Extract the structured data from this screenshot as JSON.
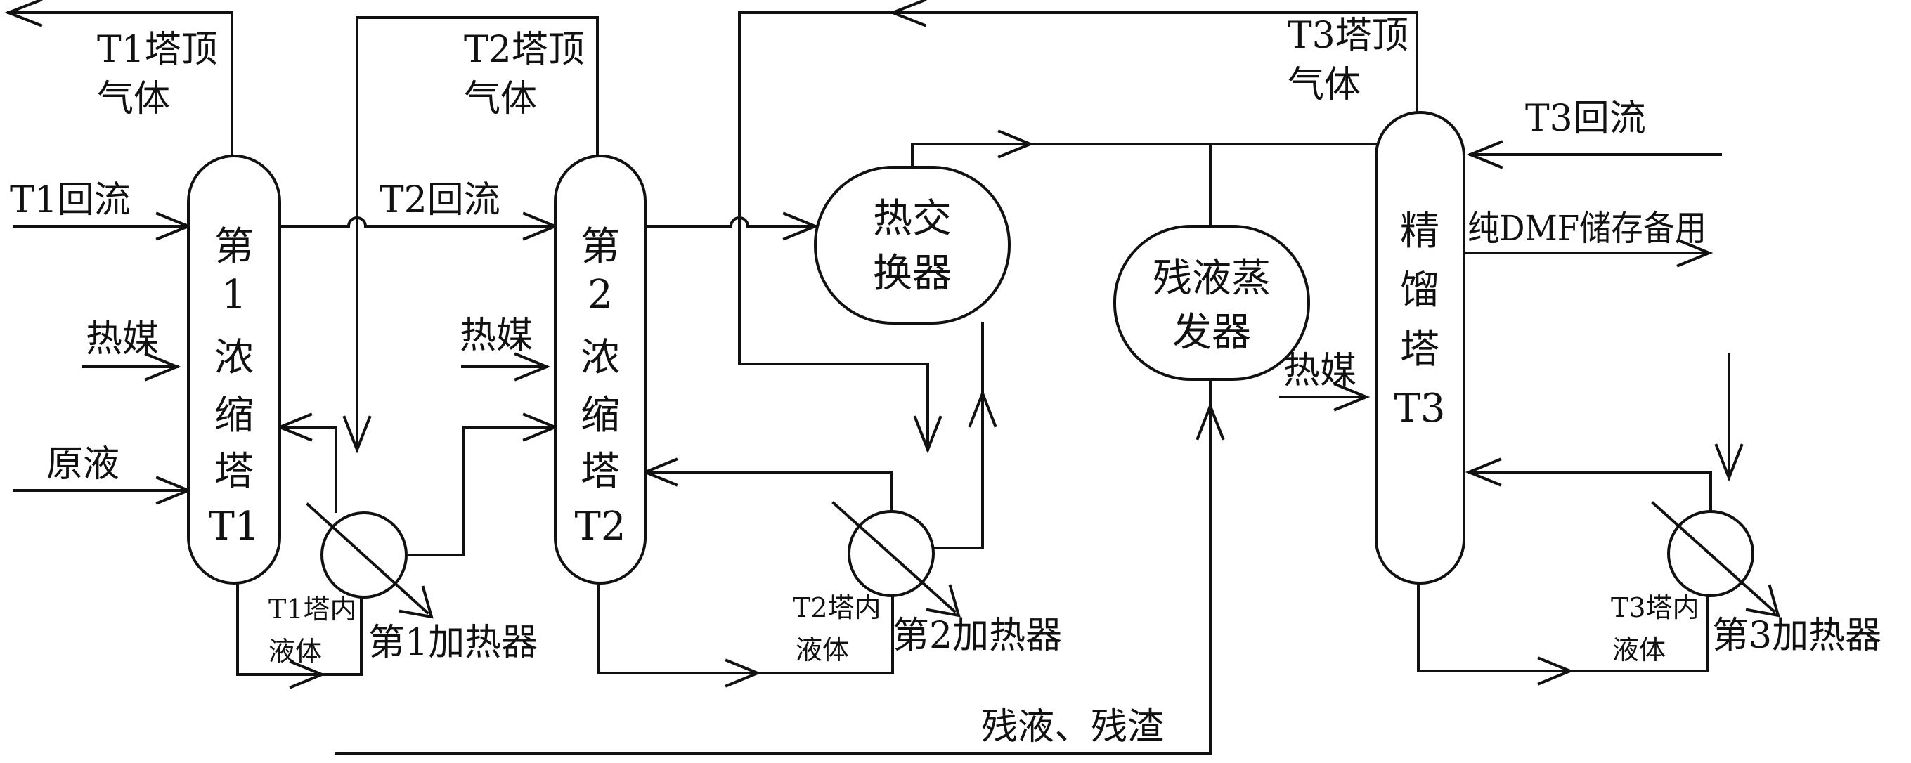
{
  "colors": {
    "line": "#111111",
    "background": "#ffffff"
  },
  "columns": {
    "t1": {
      "lines": [
        "第",
        "1",
        "浓",
        "缩",
        "塔",
        "T1"
      ]
    },
    "t2": {
      "lines": [
        "第",
        "2",
        "浓",
        "缩",
        "塔",
        "T2"
      ]
    },
    "t3": {
      "lines": [
        "精",
        "馏",
        "塔",
        "T3"
      ]
    }
  },
  "units": {
    "heat_exchanger": {
      "lines": [
        "热交",
        "换器"
      ]
    },
    "residue_evaporator": {
      "lines": [
        "残液蒸",
        "发器"
      ]
    }
  },
  "heaters": {
    "h1": {
      "label": "第1加热器"
    },
    "h2": {
      "label": "第2加热器"
    },
    "h3": {
      "label": "第3加热器"
    }
  },
  "streams": {
    "t1_top": [
      "T1塔顶",
      "气体"
    ],
    "t2_top": [
      "T2塔顶",
      "气体"
    ],
    "t3_top": [
      "T3塔顶",
      "气体"
    ],
    "t1_reflux": "T1回流",
    "t2_reflux": "T2回流",
    "t3_reflux": "T3回流",
    "heat_medium": "热媒",
    "feed": "原液",
    "t1_liquid": [
      "T1塔内",
      "液体"
    ],
    "t2_liquid": [
      "T2塔内",
      "液体"
    ],
    "t3_liquid": [
      "T3塔内",
      "液体"
    ],
    "pure_dmf": "纯DMF储存备用",
    "residue": "残液、残渣"
  }
}
